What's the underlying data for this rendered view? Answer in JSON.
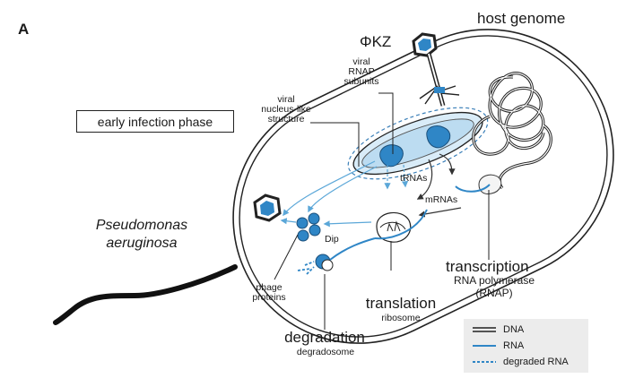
{
  "panel_label": "A",
  "labels": {
    "phage": "ΦKZ",
    "host_genome": "host genome",
    "viral_rnap": [
      "viral",
      "RNAP",
      "subunits"
    ],
    "nucleus": [
      "viral",
      "nucleus-like",
      "structure"
    ],
    "phase_box": "early infection phase",
    "organism": [
      "Pseudomonas",
      "aeruginosa"
    ],
    "trnas": "tRNAs",
    "mrnas": "mRNAs",
    "dip": "Dip",
    "transcription": "transcription",
    "rnap": [
      "RNA polymerase",
      "(RNAP)"
    ],
    "translation": "translation",
    "ribosome": "ribosome",
    "phage_proteins": [
      "phage",
      "proteins"
    ],
    "degradation": "degradation",
    "degradosome": "degradosome"
  },
  "legend": {
    "items": [
      {
        "label": "DNA",
        "style": "double-line"
      },
      {
        "label": "RNA",
        "style": "solid-blue"
      },
      {
        "label": "degraded RNA",
        "style": "dashed-blue"
      }
    ]
  },
  "colors": {
    "phage_blue": "#2f86c6",
    "nucleus_fill": "#cfe6f5",
    "arrow_blue": "#5ba7d8",
    "outline": "#222222",
    "legend_bg": "#ececec"
  }
}
